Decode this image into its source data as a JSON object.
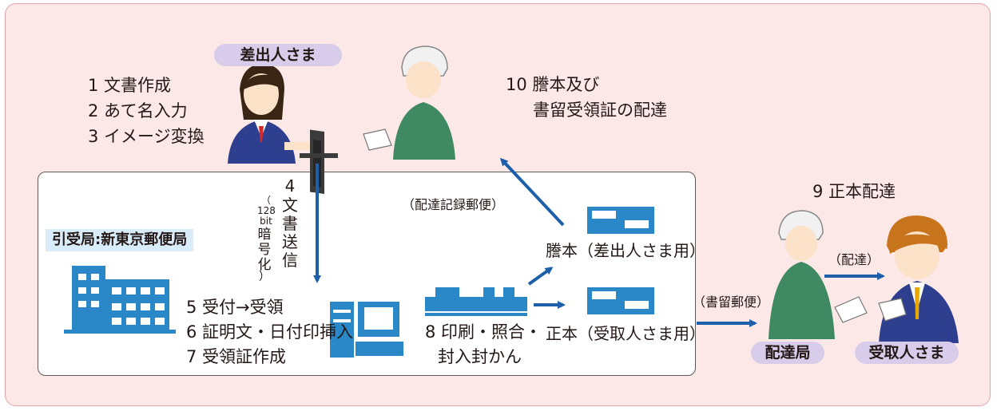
{
  "sender_badge": "差出人さま",
  "steps_1_3": [
    "1 文書作成",
    "2 あて名入力",
    "3 イメージ変換"
  ],
  "step_10": [
    "10 謄本及び",
    "書留受領証の配達"
  ],
  "step_4": {
    "number": "4",
    "vertical_text": [
      "文",
      "書",
      "送",
      "信"
    ],
    "note_top": [
      "（",
      "128",
      "bit"
    ],
    "note_body": [
      "暗",
      "号",
      "化",
      "）"
    ]
  },
  "receiving_office_label": "引受局:新東京郵便局",
  "steps_5_7": [
    "5 受付→受領",
    "6 証明文・日付印挿入",
    "7 受領証作成"
  ],
  "step_8": [
    "8 印刷・照合・",
    "封入封かん"
  ],
  "registered_delivery_mail": "（配達記録郵便）",
  "copy_for_sender": "謄本（差出人さま用）",
  "original_for_recipient": "正本（受取人さま用）",
  "registered_mail": "（書留郵便）",
  "step_9": "9 正本配達",
  "delivery": "（配達）",
  "delivery_office_badge": "配達局",
  "recipient_badge": "受取人さま",
  "colors": {
    "arrow": "#1d5fa8",
    "badge": "#d7cdea",
    "panel": "#fde8e8",
    "building": "#2a88c8",
    "uniform": "#3f8a63"
  },
  "icons": [
    "woman-at-computer-icon",
    "mail-carrier-icon",
    "building-icon",
    "computer-icon",
    "sorting-machine-icon",
    "envelope-icon",
    "recipient-man-icon"
  ]
}
